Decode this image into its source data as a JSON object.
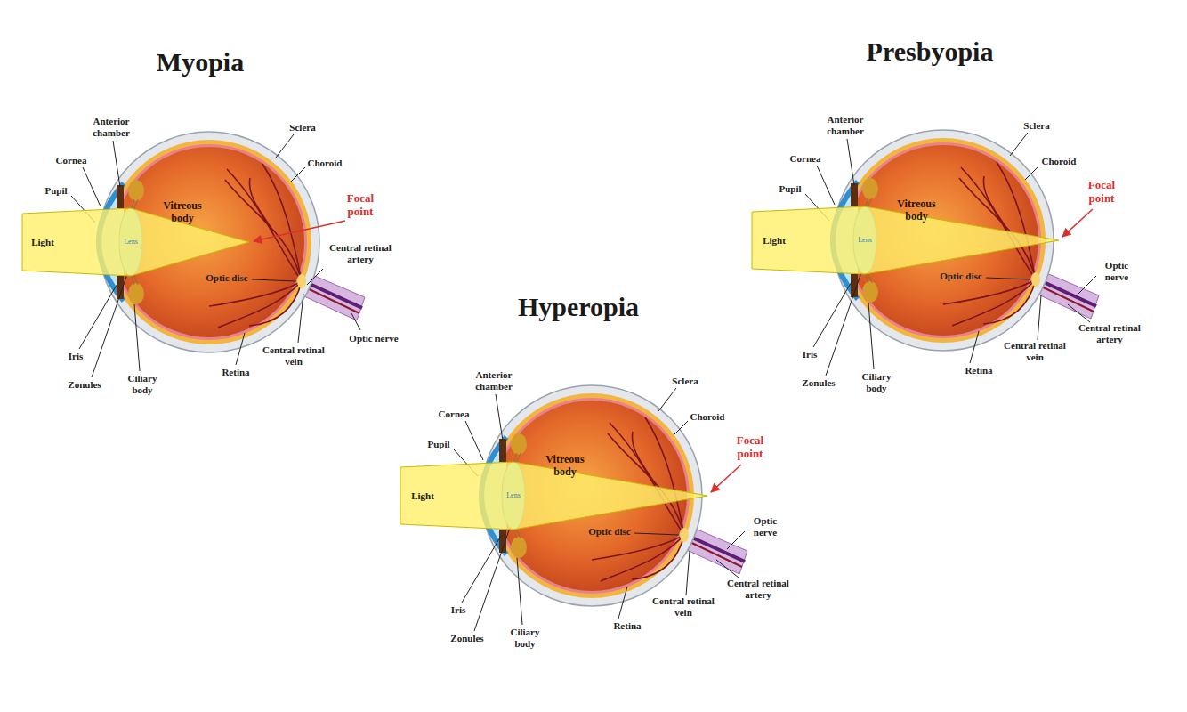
{
  "diagram": {
    "labels": [
      "Myopia",
      "Anterior chamber",
      "Cornea",
      "Pupil",
      "Sclera",
      "Choroid",
      "Vitreous body",
      "Focal point",
      "Lens",
      "Light",
      "Central retinal artery",
      "Optic disc",
      "Optic nerve",
      "Central retinal vein",
      "Iris",
      "Zonules",
      "Ciliary body",
      "Retina",
      "Presbyopia",
      "Anterior chamber",
      "Cornea",
      "Pupil",
      "Sclera",
      "Choroid",
      "Vitreous body",
      "Focal point",
      "Lens",
      "Light",
      "Optic disc",
      "Optic nerve",
      "Central retinal artery",
      "Iris",
      "Zonules",
      "Ciliary body",
      "Central retinal vein",
      "Retina",
      "Hyperopia",
      "Anterior chamber",
      "Cornea",
      "Pupil",
      "Sclera",
      "Choroid",
      "Vitreous body",
      "Focal point",
      "Lens",
      "Light",
      "Optic disc",
      "Optic nerve",
      "Central retinal artery",
      "Iris",
      "Zonules",
      "Ciliary body",
      "Central retinal vein",
      "Retina"
    ]
  }
}
